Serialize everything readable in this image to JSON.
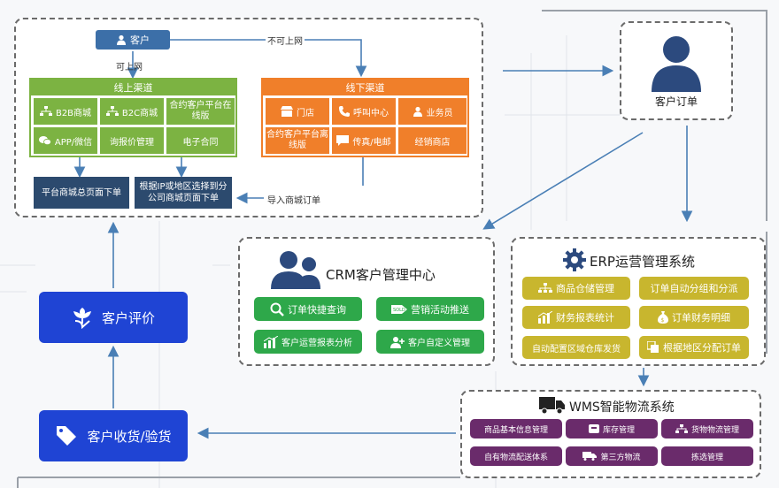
{
  "top": {
    "customer": "客户",
    "can_online": "可上网",
    "cannot_online": "不可上网",
    "online_channel": {
      "title": "线上渠道",
      "cells": [
        "B2B商城",
        "B2C商城",
        "合约客户平台在线版",
        "APP/微信",
        "询报价管理",
        "电子合同"
      ]
    },
    "offline_channel": {
      "title": "线下渠道",
      "cells": [
        "门店",
        "呼叫中心",
        "业务员",
        "合约客户平台离线版",
        "传真/电邮",
        "经销商店"
      ]
    },
    "order_total_page": "平台商城总页面下单",
    "order_branch_page": "根据IP或地区选择到分公司商城页面下单",
    "import_orders": "导入商城订单"
  },
  "customer_order": {
    "label": "客户订单"
  },
  "crm": {
    "title": "CRM客户管理中心",
    "buttons": [
      "订单快捷查询",
      "营销活动推送",
      "客户运营报表分析",
      "客户自定义管理"
    ]
  },
  "erp": {
    "title": "ERP运营管理系统",
    "buttons": [
      "商品仓储管理",
      "订单自动分组和分派",
      "财务报表统计",
      "订单财务明细",
      "自动配置区域仓库发货",
      "根据地区分配订单"
    ]
  },
  "wms": {
    "title": "WMS智能物流系统",
    "buttons": [
      "商品基本信息管理",
      "库存管理",
      "货物物流管理",
      "自有物流配送体系",
      "第三方物流",
      "拣选管理"
    ]
  },
  "left": {
    "customer_review": "客户评价",
    "customer_receipt": "客户收货/验货"
  },
  "colors": {
    "online_green": "#7cb342",
    "offline_orange": "#f07f2a",
    "navy": "#2c4a6e",
    "crm_green": "#2ea84a",
    "erp_gold": "#c8b62e",
    "wms_purple": "#6a2b6b",
    "action_blue": "#1f44d4",
    "arrow_blue": "#4a7fb5"
  }
}
